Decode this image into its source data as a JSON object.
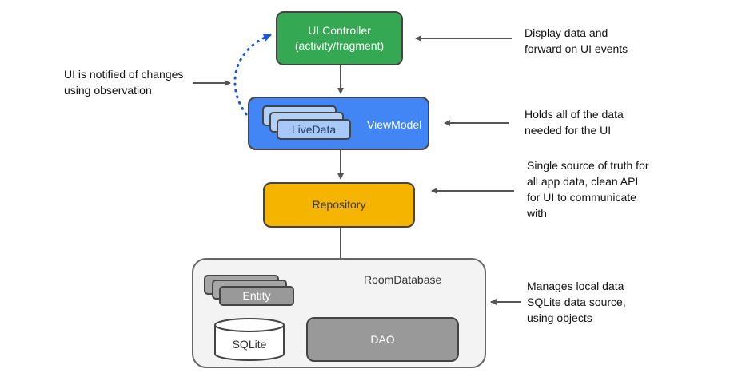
{
  "nodes": {
    "ui_controller": {
      "line1": "UI Controller",
      "line2": "(activity/fragment)"
    },
    "viewmodel": {
      "label": "ViewModel",
      "livedata": "LiveData"
    },
    "repository": {
      "label": "Repository"
    },
    "room_database": {
      "label": "RoomDatabase",
      "entity": "Entity",
      "dao": "DAO",
      "sqlite": "SQLite"
    }
  },
  "notes": {
    "observation": [
      "UI is notified of changes",
      "using observation"
    ],
    "ui_controller": [
      "Display data and",
      "forward on UI events"
    ],
    "viewmodel": [
      "Holds all of the data",
      "needed for the UI"
    ],
    "repository": [
      "Single source of truth for",
      "all app data, clean API",
      "for UI to communicate",
      "with"
    ],
    "room": [
      "Manages local data",
      "SQLite data source,",
      "using objects"
    ]
  },
  "colors": {
    "ui_controller": "#34a853",
    "viewmodel": "#4285f4",
    "livedata": "#a8c8f8",
    "repository": "#f4b400",
    "room_database": "#f3f3f3",
    "dao": "#999999",
    "entity": "#999999",
    "observation_arrow": "#1a56db",
    "arrow": "#555555"
  }
}
